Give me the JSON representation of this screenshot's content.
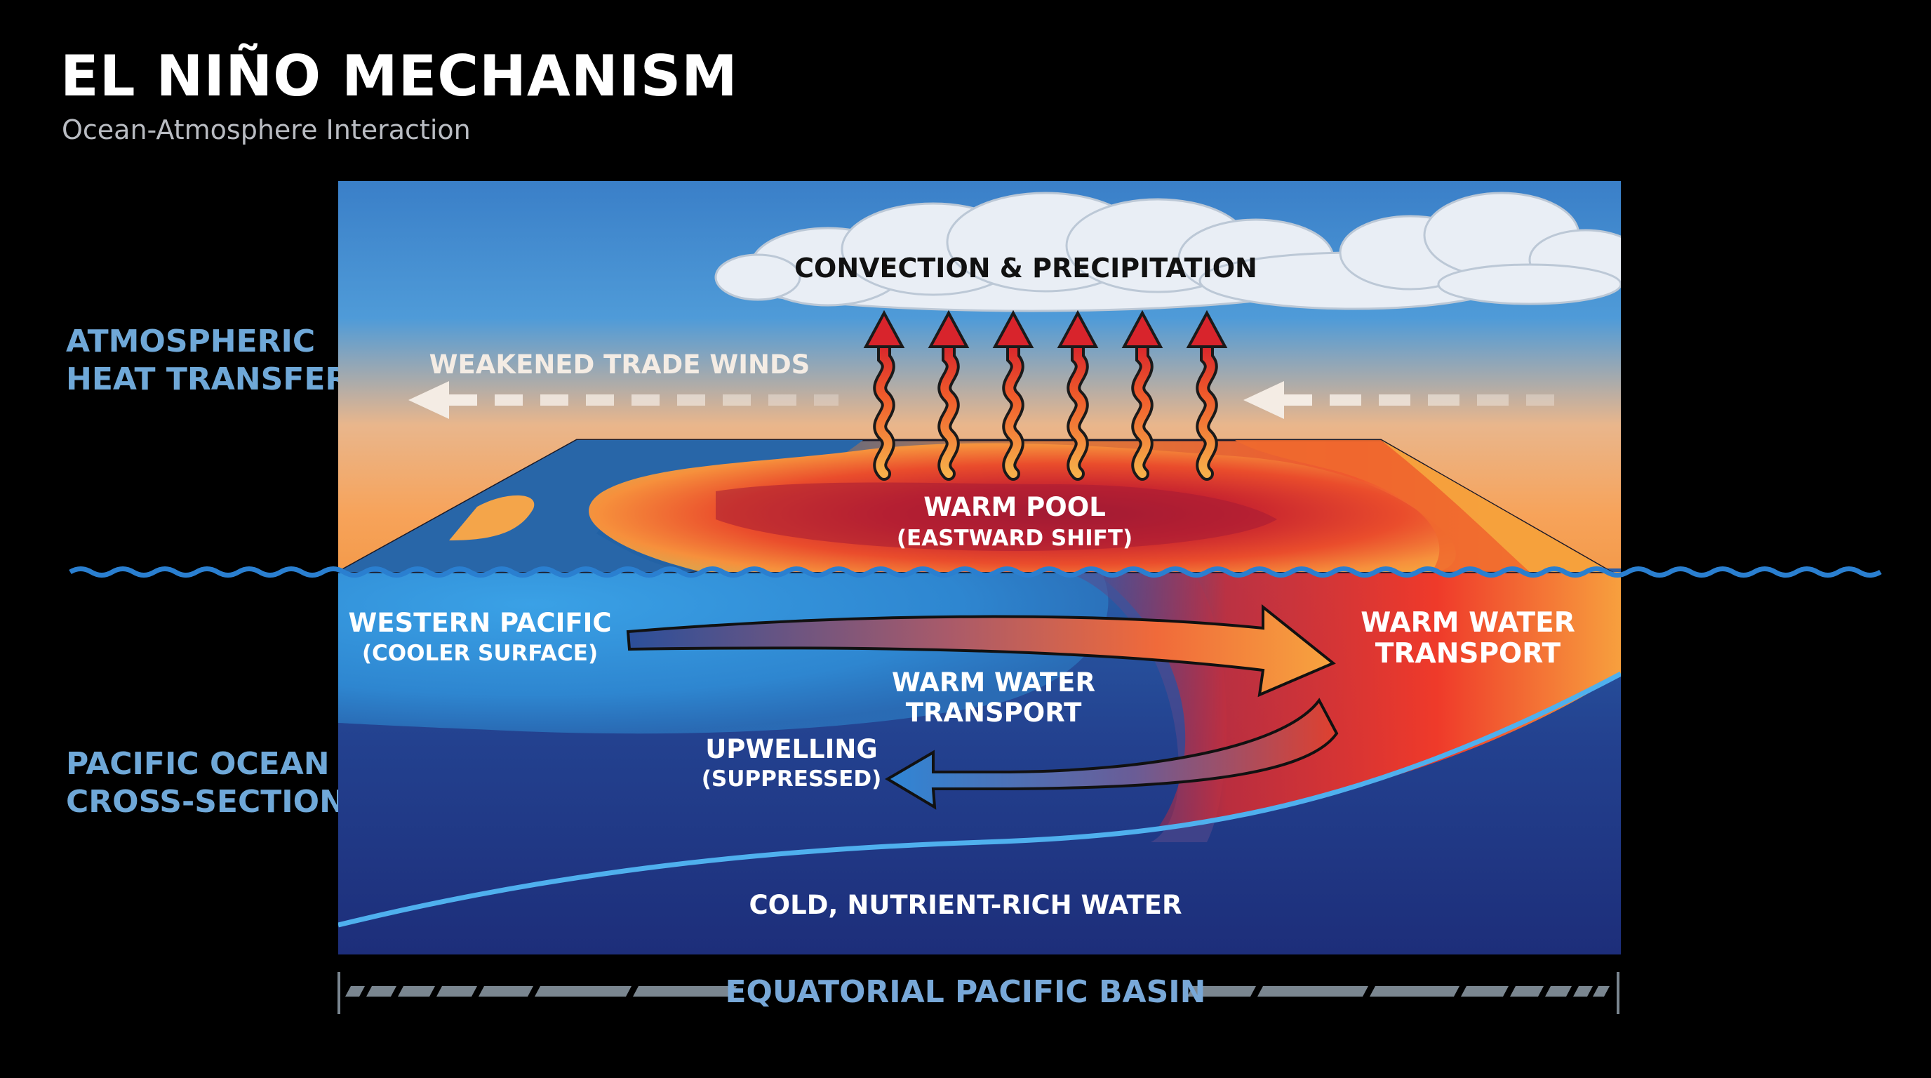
{
  "header": {
    "title": "EL NIÑO MECHANISM",
    "subtitle": "Ocean-Atmosphere Interaction"
  },
  "side_labels": {
    "atmosphere": "ATMOSPHERIC\nHEAT TRANSFER",
    "ocean": "PACIFIC OCEAN\nCROSS-SECTION"
  },
  "labels": {
    "convection": "CONVECTION & PRECIPITATION",
    "trade_winds": "WEAKENED TRADE WINDS",
    "warm_pool": "WARM POOL",
    "warm_pool_note": "(EASTWARD SHIFT)",
    "western_pacific": "WESTERN PACIFIC",
    "western_pacific_note": "(COOLER SURFACE)",
    "warm_transport_east_1": "WARM WATER",
    "warm_transport_east_2": "TRANSPORT",
    "warm_transport_mid_1": "WARM WATER",
    "warm_transport_mid_2": "TRANSPORT",
    "upwelling": "UPWELLING",
    "upwelling_note": "(SUPPRESSED)",
    "cold_water": "COLD, NUTRIENT-RICH WATER",
    "basin": "EQUATORIAL PACIFIC BASIN"
  },
  "colors": {
    "background": "#000000",
    "sky_top": "#3a7fc8",
    "sky_bottom": "#f6a95a",
    "warm_core": "#b01c34",
    "warm_edge": "#f7a53e",
    "ocean_deep": "#22358a",
    "ocean_surface": "#2d8bd8",
    "thermocline": "#4fb0ee",
    "side_label": "#6fa8d8"
  }
}
